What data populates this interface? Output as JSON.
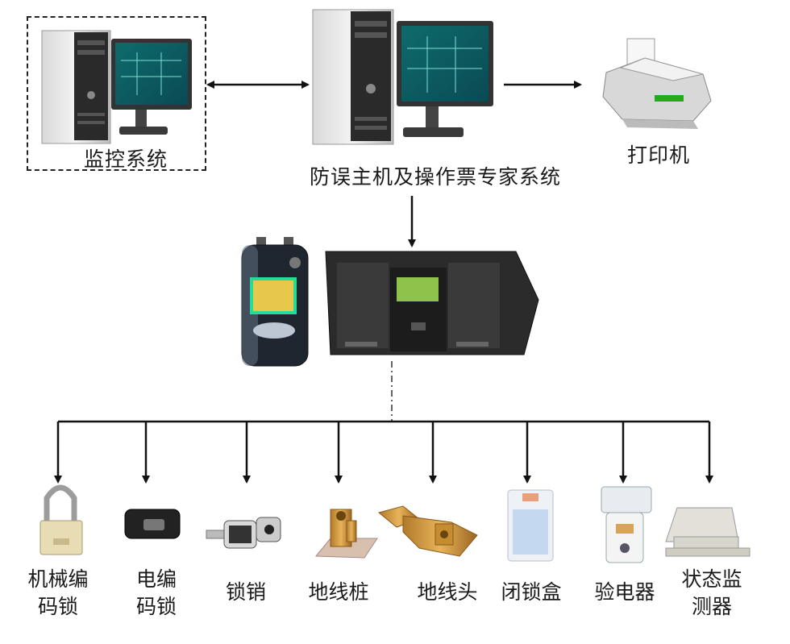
{
  "nodes": {
    "monitor_system": "监控系统",
    "expert_system": "防误主机及操作票专家系统",
    "printer": "打印机"
  },
  "devices": [
    {
      "id": "mech-lock",
      "line1": "机械编",
      "line2": "码锁"
    },
    {
      "id": "elec-lock",
      "line1": "电编",
      "line2": "码锁"
    },
    {
      "id": "lock-pin",
      "line1": "锁销",
      "line2": ""
    },
    {
      "id": "ground-post",
      "line1": "地线桩",
      "line2": ""
    },
    {
      "id": "ground-head",
      "line1": "地线头",
      "line2": ""
    },
    {
      "id": "lock-box",
      "line1": "闭锁盒",
      "line2": ""
    },
    {
      "id": "voltage-tester",
      "line1": "验电器",
      "line2": ""
    },
    {
      "id": "status-monitor",
      "line1": "状态监",
      "line2": "测器"
    }
  ]
}
